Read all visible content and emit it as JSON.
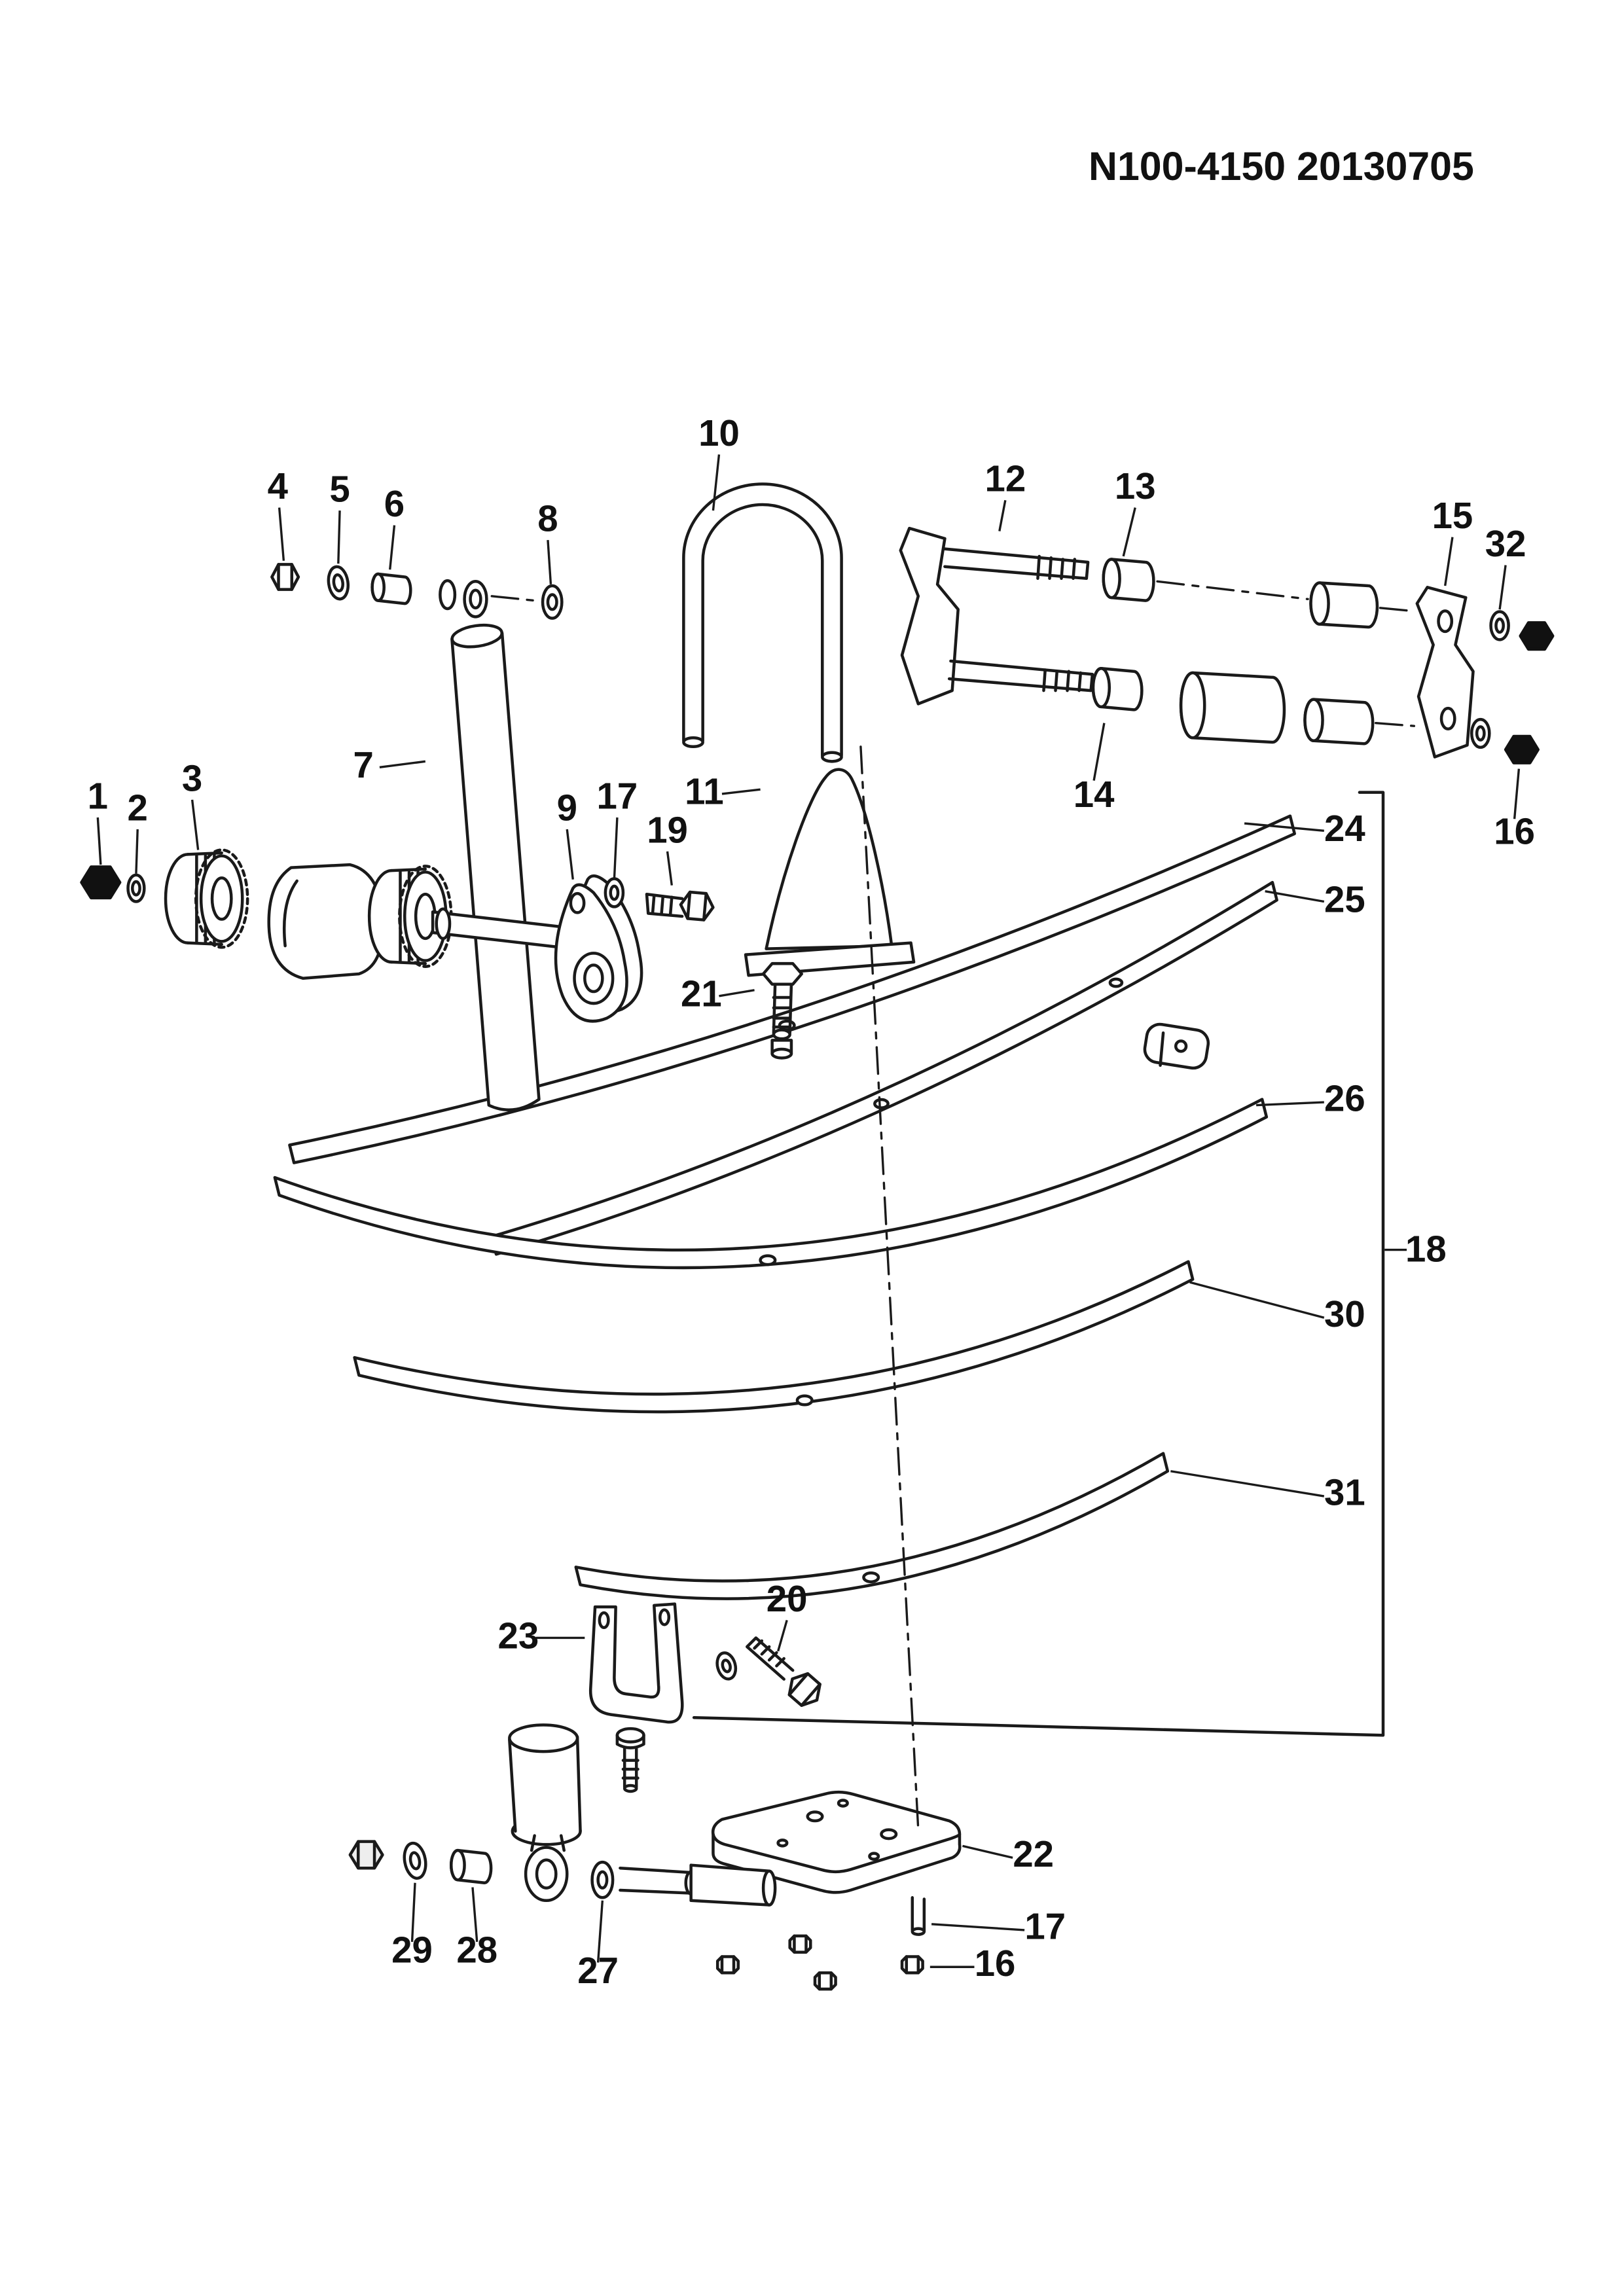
{
  "header": {
    "title": "N100-4150  20130705"
  },
  "colors": {
    "ink": "#1a1a1a",
    "background": "#ffffff"
  },
  "part_labels": {
    "1": "1",
    "2": "2",
    "3": "3",
    "4": "4",
    "5": "5",
    "6": "6",
    "7": "7",
    "8": "8",
    "9": "9",
    "10": "10",
    "11": "11",
    "12": "12",
    "13": "13",
    "14": "14",
    "15": "15",
    "16": "16",
    "17": "17",
    "18": "18",
    "19": "19",
    "20": "20",
    "21": "21",
    "22": "22",
    "23": "23",
    "24": "24",
    "25": "25",
    "26": "26",
    "27": "27",
    "28": "28",
    "29": "29",
    "30": "30",
    "31": "31",
    "32": "32"
  }
}
